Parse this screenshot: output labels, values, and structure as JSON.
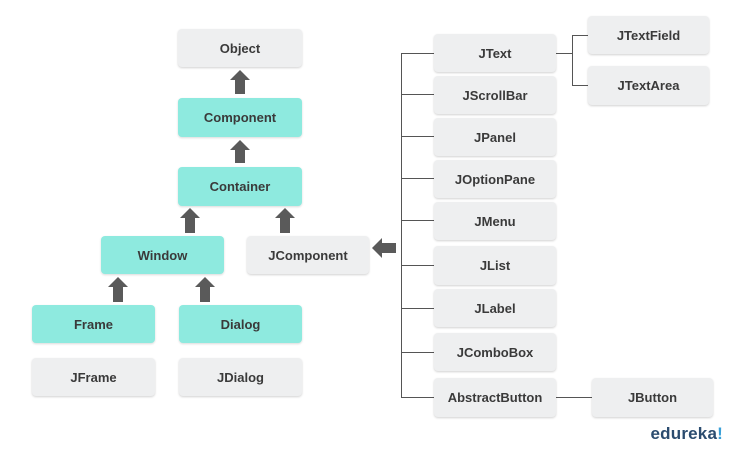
{
  "nodes": {
    "object": "Object",
    "component": "Component",
    "container": "Container",
    "window": "Window",
    "jcomponent": "JComponent",
    "frame": "Frame",
    "dialog": "Dialog",
    "jframe": "JFrame",
    "jdialog": "JDialog",
    "jtext": "JText",
    "jscrollbar": "JScrollBar",
    "jpanel": "JPanel",
    "joptionpane": "JOptionPane",
    "jmenu": "JMenu",
    "jlist": "JList",
    "jlabel": "JLabel",
    "jcombobox": "JComboBox",
    "abstractbutton": "AbstractButton",
    "jtextfield": "JTextField",
    "jtextarea": "JTextArea",
    "jbutton": "JButton"
  },
  "brand": {
    "name": "edureka",
    "mark": "!"
  },
  "colors": {
    "highlight_fill": "#8eeadf",
    "default_fill": "#eeeff0",
    "arrow": "#5a5a5a",
    "connector": "#555555",
    "brand_text": "#2b4c6f"
  }
}
